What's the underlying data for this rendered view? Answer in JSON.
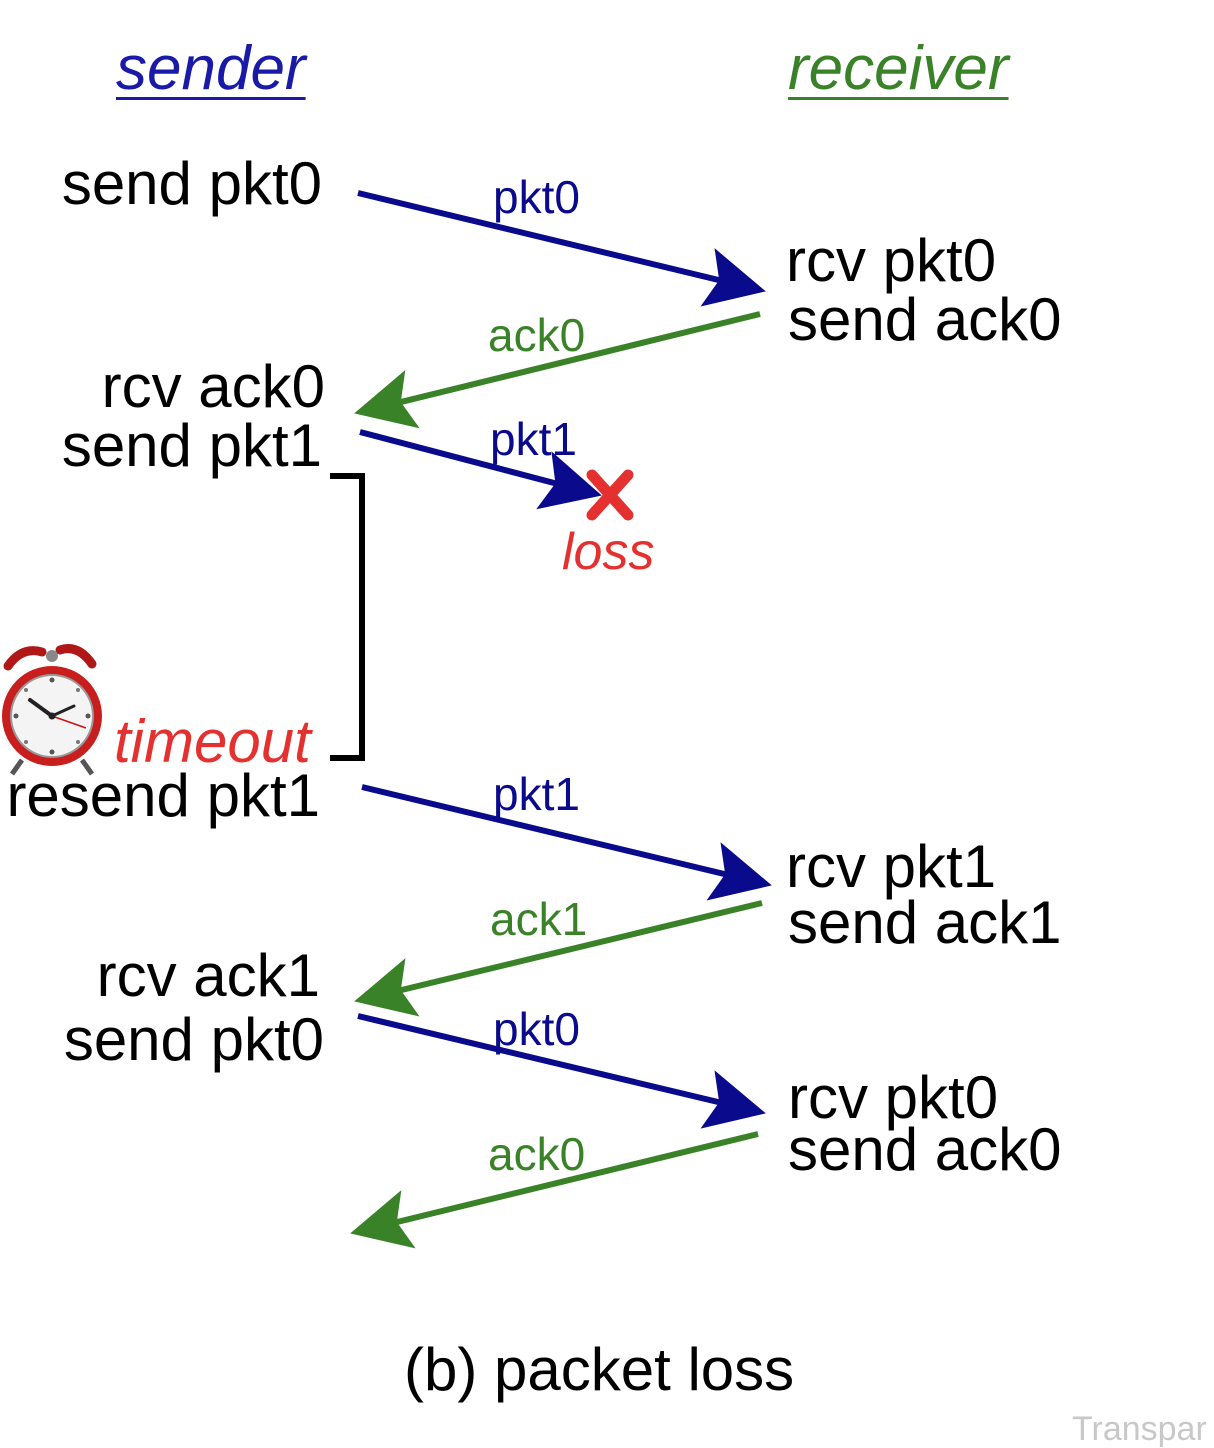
{
  "headers": {
    "sender": "sender",
    "receiver": "receiver"
  },
  "sender_events": [
    "send pkt0",
    "rcv ack0",
    "send pkt1",
    "resend pkt1",
    "rcv ack1",
    "send pkt0"
  ],
  "receiver_events": [
    "rcv pkt0",
    "send ack0",
    "rcv pkt1",
    "send ack1",
    "rcv pkt0",
    "send ack0"
  ],
  "messages": [
    {
      "label": "pkt0",
      "kind": "packet"
    },
    {
      "label": "ack0",
      "kind": "ack"
    },
    {
      "label": "pkt1",
      "kind": "packet"
    },
    {
      "label": "pkt1",
      "kind": "packet"
    },
    {
      "label": "ack1",
      "kind": "ack"
    },
    {
      "label": "pkt0",
      "kind": "packet"
    },
    {
      "label": "ack0",
      "kind": "ack"
    }
  ],
  "loss": {
    "mark": "x",
    "label": "loss"
  },
  "timeout": {
    "label": "timeout",
    "icon": "alarm-clock-icon"
  },
  "caption": "(b) packet loss",
  "corner_text": "Transpar",
  "colors": {
    "sender": "#1a1aa8",
    "receiver": "#3a8228",
    "packet": "#0a0a8c",
    "ack": "#3a8228",
    "loss": "#e53030",
    "bracket": "#000000"
  }
}
